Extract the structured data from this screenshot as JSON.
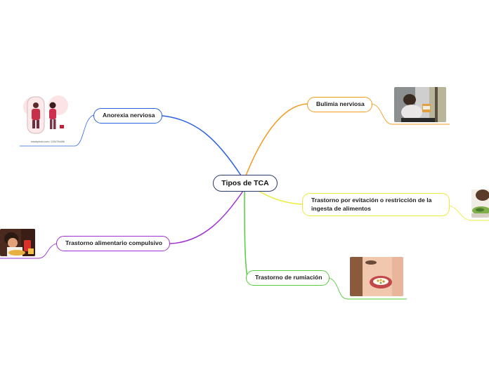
{
  "central": {
    "label": "Tipos de TCA"
  },
  "branches": {
    "anorexia": {
      "label": "Anorexia nerviosa",
      "color": "#2a62e6",
      "image_caption": "Istockphoto.com / 1294794456"
    },
    "bulimia": {
      "label": "Bulimia nerviosa",
      "color": "#f39a20"
    },
    "evitacion": {
      "label_line1": "Trastorno por evitación o restricción de la",
      "label_line2": "ingesta de alimentos",
      "color": "#e9ec3c"
    },
    "rumiacion": {
      "label": "Trastorno de rumiación",
      "color": "#54cd3c"
    },
    "compulsivo": {
      "label": "Trastorno alimentario compulsivo",
      "color": "#a030d0"
    }
  }
}
